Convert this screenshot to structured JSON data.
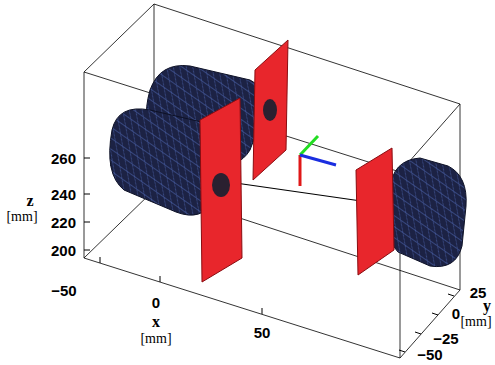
{
  "diagram": {
    "labels": [
      "260",
      "240",
      "220",
      "200",
      "z",
      "[mm]",
      "−50",
      "0",
      "x",
      "[mm]",
      "50",
      "25",
      "y",
      "[mm]",
      "0",
      "−25",
      "−50"
    ]
  }
}
